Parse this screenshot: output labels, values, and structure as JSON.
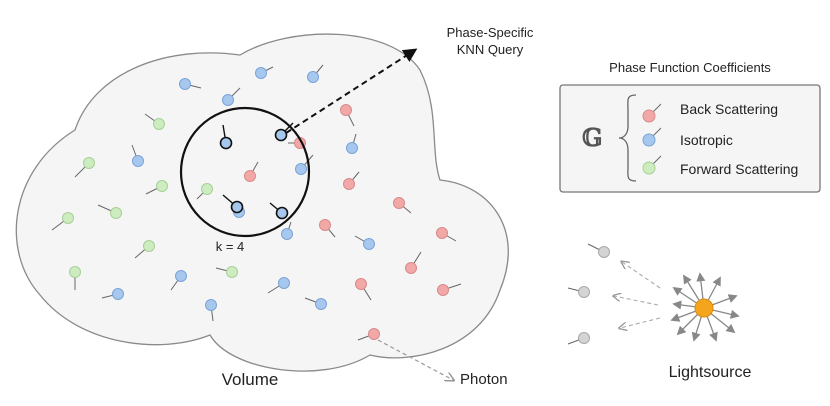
{
  "labels": {
    "knn_query": [
      "Phase-Specific",
      "KNN Query"
    ],
    "k_value": "k = 4",
    "volume": "Volume",
    "photon": "Photon",
    "lightsource": "Lightsource"
  },
  "legend": {
    "title": "Phase Function Coefficients",
    "symbol": "𝔾",
    "items": [
      {
        "label": "Back Scattering",
        "color": "#f3a8a8"
      },
      {
        "label": "Isotropic",
        "color": "#a7c8ee"
      },
      {
        "label": "Forward Scattering",
        "color": "#cdecc0"
      }
    ]
  },
  "colors": {
    "back": "#f3a8a8",
    "iso": "#a7c8ee",
    "fwd": "#cdecc0",
    "gray": "#d4d4d4",
    "light": "#f5a51d",
    "cloud_fill": "#f5f5f5",
    "cloud_stroke": "#8a8a8a"
  }
}
